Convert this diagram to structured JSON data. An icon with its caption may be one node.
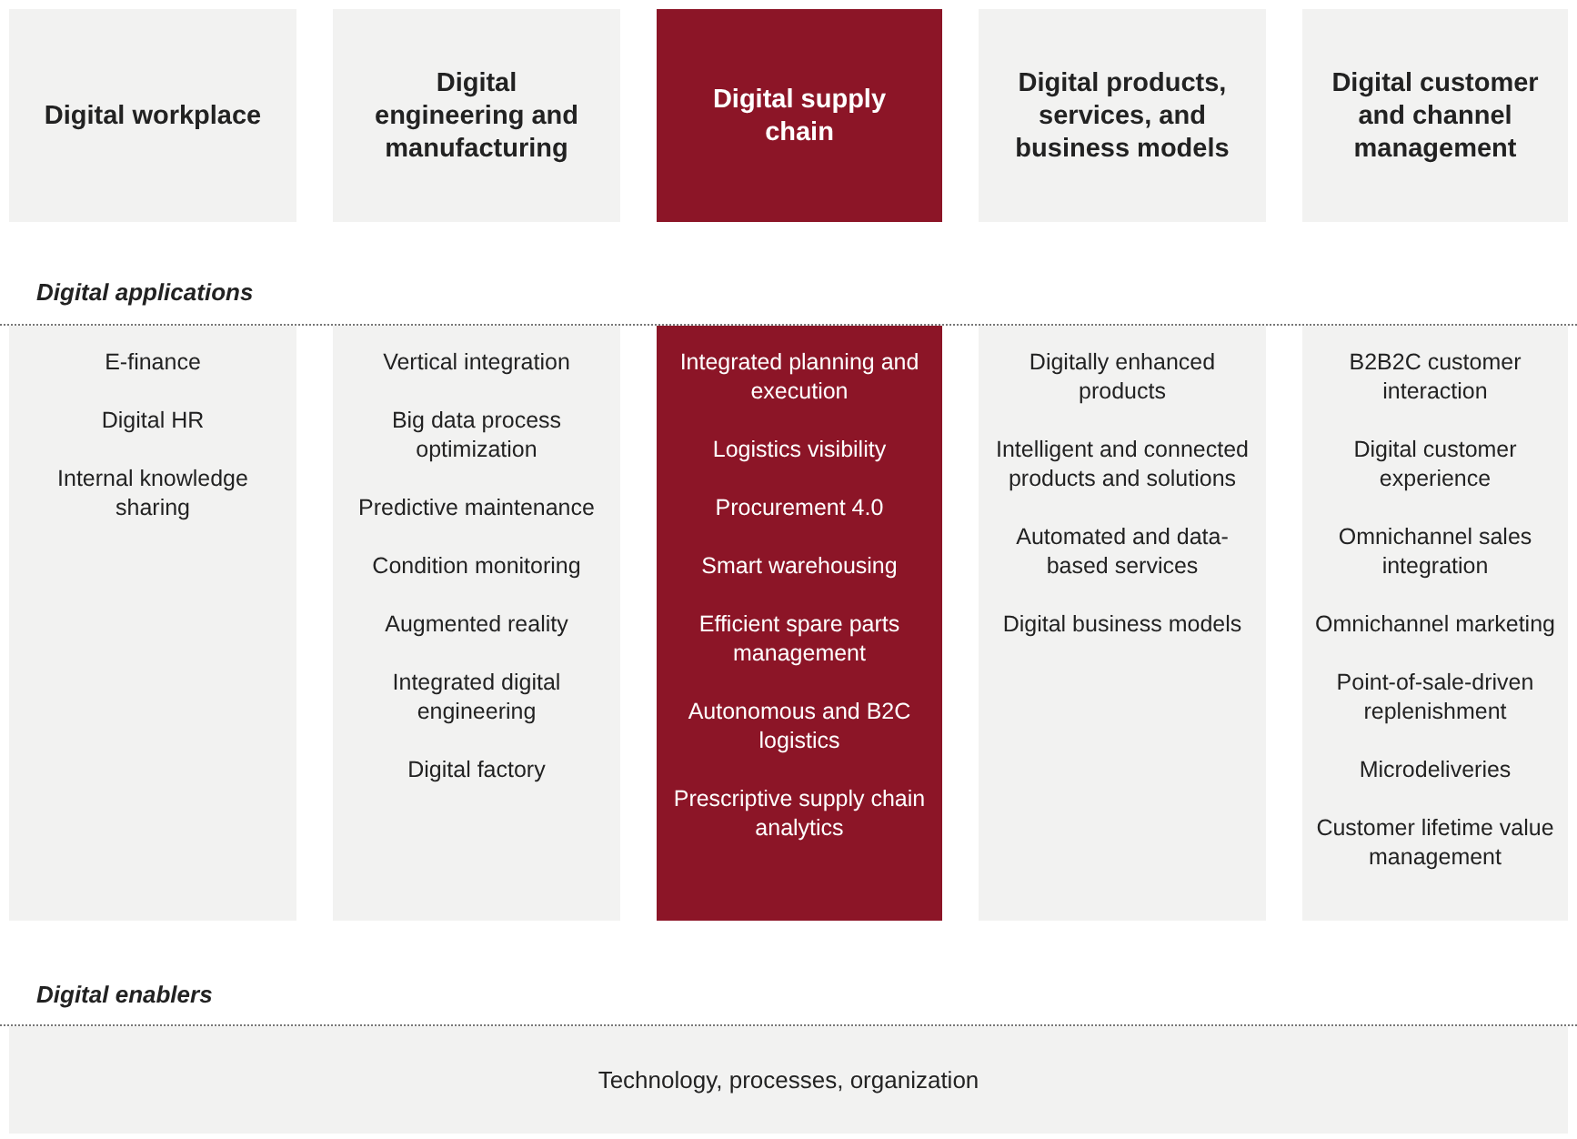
{
  "diagram": {
    "nodes": [
      {
        "text": [
          "Digital workplace"
        ]
      },
      {
        "text": [
          "Digital engineering and manufacturing"
        ]
      },
      {
        "text": [
          "Digital supply chain"
        ]
      },
      {
        "text": [
          "Digital products, services, and business models"
        ]
      },
      {
        "text": [
          "Digital customer and channel management"
        ]
      },
      {
        "text": [
          "E-finance",
          "Digital HR",
          "Internal knowledge sharing"
        ]
      },
      {
        "text": [
          "Vertical integration",
          "Big data process optimization",
          "Predictive maintenance",
          "Condition monitoring",
          "Augmented reality",
          "Integrated digital engineering",
          "Digital factory"
        ]
      },
      {
        "text": [
          "Integrated planning and execution",
          "Logistics visibility",
          "Procurement 4.0",
          "Smart warehousing",
          "Efficient spare parts management",
          "Autonomous and B2C logistics",
          "Prescriptive supply chain analytics"
        ]
      },
      {
        "text": [
          "Digitally enhanced products",
          "Intelligent and connected products and solutions",
          "Automated and data-based services",
          "Digital business models"
        ]
      },
      {
        "text": [
          "B2B2C customer interaction",
          "Digital customer experience",
          "Omnichannel sales integration",
          "Omnichannel marketing",
          "Point-of-sale-driven replenishment",
          "Microdeliveries",
          "Customer lifetime value management"
        ]
      },
      {
        "text": [
          "Technology, processes, organization"
        ]
      }
    ],
    "edges": [],
    "labels": [
      "Digital applications",
      "Digital enablers"
    ]
  }
}
